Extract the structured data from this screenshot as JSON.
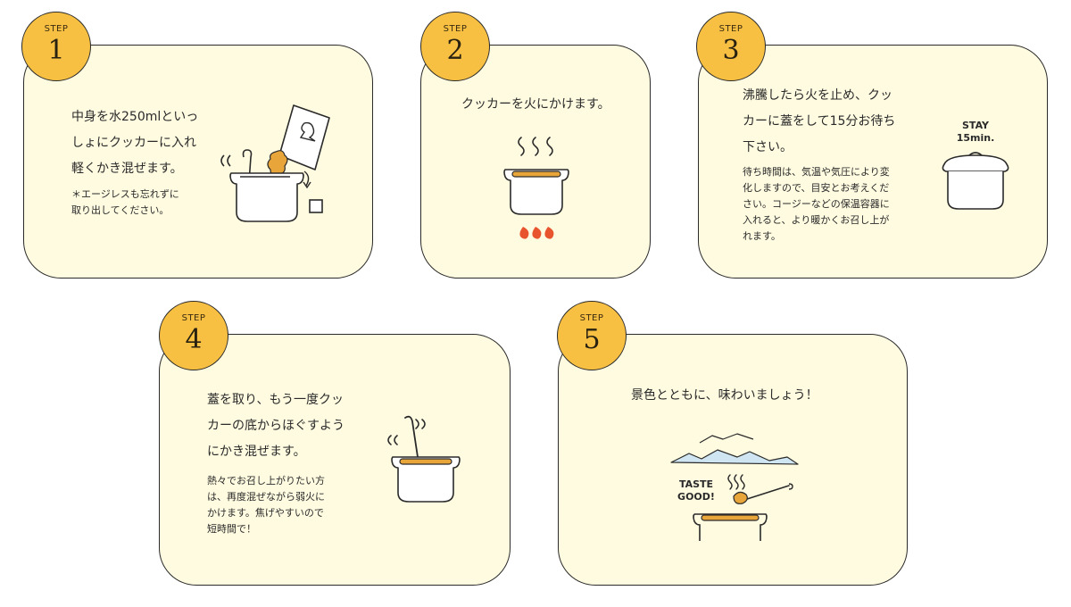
{
  "step_label": "STEP",
  "steps": [
    {
      "number": "1",
      "text_lines": [
        "中身を水250mlといっ",
        "しょにクッカーに入れ",
        "軽くかき混ぜます。"
      ],
      "note_lines": [
        "＊エージレスも忘れずに",
        "取り出してください。"
      ]
    },
    {
      "number": "2",
      "text_lines": [
        "クッカーを火にかけます。"
      ]
    },
    {
      "number": "3",
      "text_lines": [
        "沸騰したら火を止め、クッ",
        "カーに蓋をして15分お待ち",
        "下さい。"
      ],
      "note_lines": [
        "待ち時間は、気温や気圧により変",
        "化しますので、目安とお考えくだ",
        "さい。コージーなどの保温容器に",
        "入れると、より暖かくお召し上が",
        "れます。"
      ],
      "illustration_label_lines": [
        "STAY",
        "15min."
      ]
    },
    {
      "number": "4",
      "text_lines": [
        "蓋を取り、もう一度クッ",
        "カーの底からほぐすよう",
        "にかき混ぜます。"
      ],
      "note_lines": [
        "熱々でお召し上がりたい方",
        "は、再度混ぜながら弱火に",
        "かけます。焦げやすいので",
        "短時間で！"
      ]
    },
    {
      "number": "5",
      "text_lines": [
        "景色とともに、味わいましょう！"
      ],
      "illustration_label_lines": [
        "TASTE",
        "GOOD!"
      ]
    }
  ],
  "colors": {
    "card_bg": "#fffbe0",
    "badge": "#f7c043",
    "stroke": "#2a2a2a",
    "food": "#e8a63a",
    "flame": "#e8542e",
    "mountain": "#cfe6f2"
  }
}
